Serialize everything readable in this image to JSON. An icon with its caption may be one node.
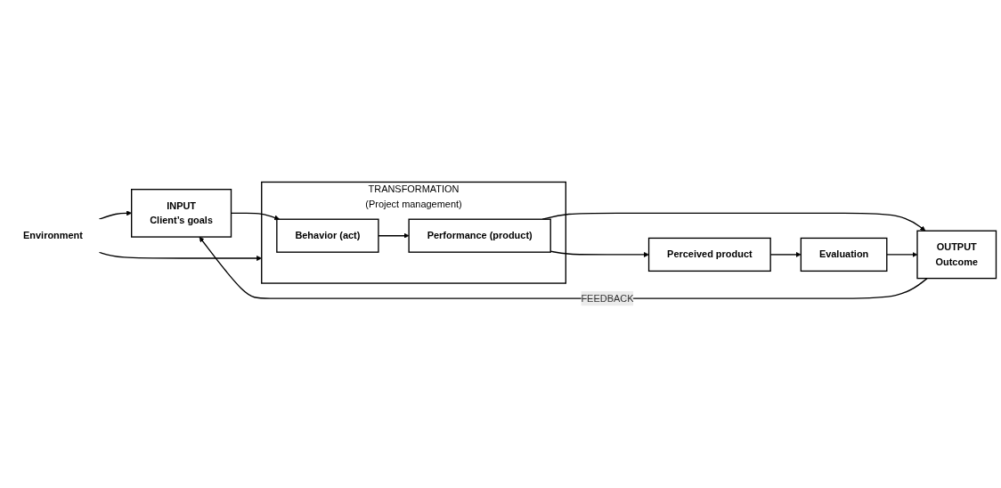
{
  "diagram": {
    "nodes": [
      {
        "text": [
          "Environment"
        ]
      },
      {
        "text": [
          "INPUT",
          "Client’s goals"
        ]
      },
      {
        "text": [
          "TRANSFORMATION",
          "(Project management)"
        ]
      },
      {
        "text": [
          "Behavior (act)"
        ],
        "in": 2
      },
      {
        "text": [
          "Performance (product)"
        ],
        "in": 2
      },
      {
        "text": [
          "OUTPUT",
          "Outcome"
        ]
      },
      {
        "text": [
          "Perceived product"
        ]
      },
      {
        "text": [
          "Evaluation"
        ]
      }
    ],
    "edges": [
      {
        "from": 0,
        "to": 1,
        "arrow": "to"
      },
      {
        "from": 0,
        "to": 2,
        "arrow": "to"
      },
      {
        "from": 1,
        "to": 3,
        "arrow": "to"
      },
      {
        "from": 3,
        "to": 4,
        "arrow": "to"
      },
      {
        "from": 4,
        "to": 5,
        "arrow": "to"
      },
      {
        "from": 4,
        "to": 6,
        "arrow": "to"
      },
      {
        "from": 6,
        "to": 7,
        "arrow": "to"
      },
      {
        "from": 7,
        "to": 5,
        "arrow": "to"
      },
      {
        "from": 5,
        "to": 1,
        "label": "FEEDBACK",
        "arrow": "to"
      }
    ]
  }
}
